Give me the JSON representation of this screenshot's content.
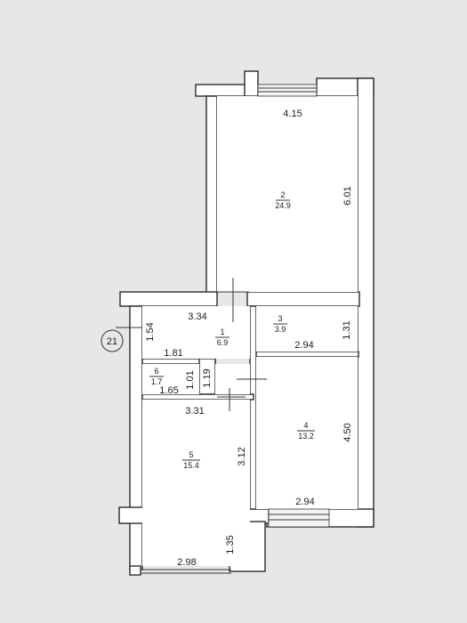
{
  "rooms": [
    {
      "number": "2",
      "area": "24.9"
    },
    {
      "number": "1",
      "area": "6.9"
    },
    {
      "number": "3",
      "area": "3.9"
    },
    {
      "number": "6",
      "area": "1.7"
    },
    {
      "number": "4",
      "area": "13.2"
    },
    {
      "number": "5",
      "area": "15.4"
    }
  ],
  "dimensions": {
    "room2_width": "4.15",
    "room2_length": "6.01",
    "room1_width": "3.34",
    "room1_left": "1.54",
    "room1_inner": "1.81",
    "room3_width": "2.94",
    "room3_height": "1.31",
    "room6_width": "1.65",
    "room6_height_a": "1.01",
    "room6_height_b": "1.19",
    "corridor_width": "3.31",
    "room5_height": "3.12",
    "room4_height": "4.50",
    "room4_width": "2.94",
    "balcony_width": "2.98",
    "balcony_depth": "1.35"
  },
  "marker": "21"
}
